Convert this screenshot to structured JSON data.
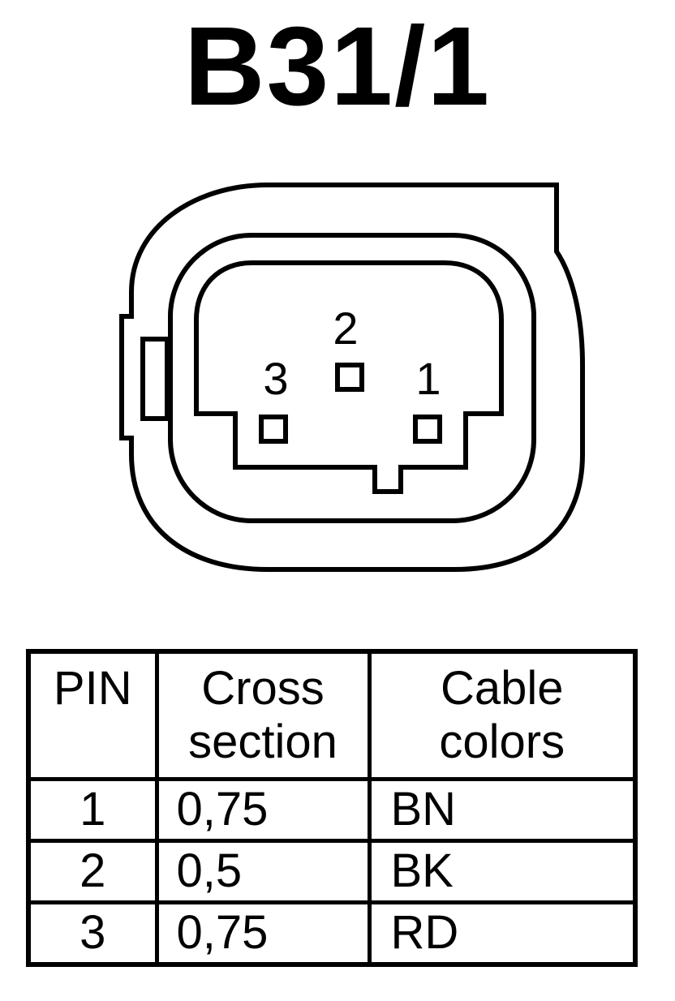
{
  "title": "B31/1",
  "connector": {
    "pins": [
      {
        "label": "2",
        "role": "center"
      },
      {
        "label": "3",
        "role": "left"
      },
      {
        "label": "1",
        "role": "right"
      }
    ]
  },
  "table": {
    "headers": {
      "pin": "PIN",
      "cross_line1": "Cross",
      "cross_line2": "section",
      "color_line1": "Cable",
      "color_line2": "colors"
    },
    "rows": [
      {
        "pin": "1",
        "cross": "0,75",
        "color": "BN"
      },
      {
        "pin": "2",
        "cross": "0,5",
        "color": "BK"
      },
      {
        "pin": "3",
        "cross": "0,75",
        "color": "RD"
      }
    ]
  },
  "colors": {
    "ink": "#000000",
    "paper": "#ffffff"
  }
}
